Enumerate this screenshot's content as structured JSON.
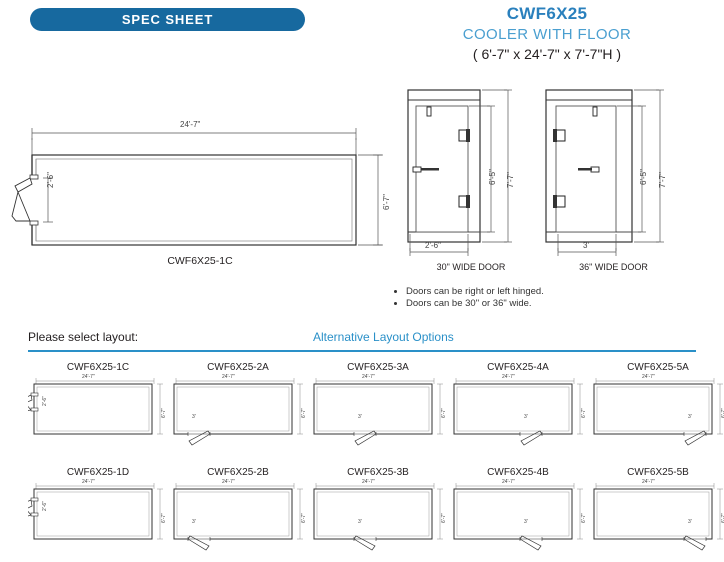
{
  "header": {
    "spec_pill": "SPEC SHEET",
    "model": "CWF6X25",
    "subtitle": "COOLER WITH FLOOR",
    "dimensions": "( 6'-7\" x 24'-7\" x 7'-7\"H )",
    "accent_dark": "#17699f",
    "accent_mid": "#2a80bd",
    "accent_light": "#4a9fd0"
  },
  "plan": {
    "caption": "CWF6X25-1C",
    "dim_length": "24'-7\"",
    "dim_depth": "6'-7\"",
    "dim_door": "2'-6\""
  },
  "elevations": [
    {
      "caption": "30\" WIDE DOOR",
      "dim_width": "2'-6\"",
      "dim_door_height": "6'-5\"",
      "dim_overall_height": "7'-7\""
    },
    {
      "caption": "36\" WIDE DOOR",
      "dim_width": "3'",
      "dim_door_height": "6'-5\"",
      "dim_overall_height": "7'-7\""
    }
  ],
  "notes": [
    "Doors can be right or left hinged.",
    "Doors can be 30\" or 36\" wide."
  ],
  "layout_bar": {
    "select_label": "Please select layout:",
    "alternative_label": "Alternative Layout Options"
  },
  "layout_options": [
    {
      "label": "CWF6X25-1C",
      "dim_length": "24'-7\"",
      "dim_depth": "6'-7\"",
      "dim_door": "2'-6\"",
      "door_position": "left-wall",
      "swing": "out"
    },
    {
      "label": "CWF6X25-2A",
      "dim_length": "24'-7\"",
      "dim_depth": "6'-7\"",
      "dim_door": "3'",
      "door_position": "bottom-left",
      "swing": "out-left"
    },
    {
      "label": "CWF6X25-3A",
      "dim_length": "24'-7\"",
      "dim_depth": "6'-7\"",
      "dim_door": "3'",
      "door_position": "bottom-center-left",
      "swing": "out-left"
    },
    {
      "label": "CWF6X25-4A",
      "dim_length": "24'-7\"",
      "dim_depth": "6'-7\"",
      "dim_door": "3'",
      "door_position": "bottom-center-right",
      "swing": "out-left"
    },
    {
      "label": "CWF6X25-5A",
      "dim_length": "24'-7\"",
      "dim_depth": "6'-7\"",
      "dim_door": "3'",
      "door_position": "bottom-right",
      "swing": "out-left"
    },
    {
      "label": "CWF6X25-1D",
      "dim_length": "24'-7\"",
      "dim_depth": "6'-7\"",
      "dim_door": "2'-6\"",
      "door_position": "left-wall",
      "swing": "in"
    },
    {
      "label": "CWF6X25-2B",
      "dim_length": "24'-7\"",
      "dim_depth": "6'-7\"",
      "dim_door": "3'",
      "door_position": "bottom-left",
      "swing": "out-right"
    },
    {
      "label": "CWF6X25-3B",
      "dim_length": "24'-7\"",
      "dim_depth": "6'-7\"",
      "dim_door": "3'",
      "door_position": "bottom-center-left",
      "swing": "out-right"
    },
    {
      "label": "CWF6X25-4B",
      "dim_length": "24'-7\"",
      "dim_depth": "6'-7\"",
      "dim_door": "3'",
      "door_position": "bottom-center-right",
      "swing": "out-right"
    },
    {
      "label": "CWF6X25-5B",
      "dim_length": "24'-7\"",
      "dim_depth": "6'-7\"",
      "dim_door": "3'",
      "door_position": "bottom-right",
      "swing": "out-right"
    }
  ]
}
